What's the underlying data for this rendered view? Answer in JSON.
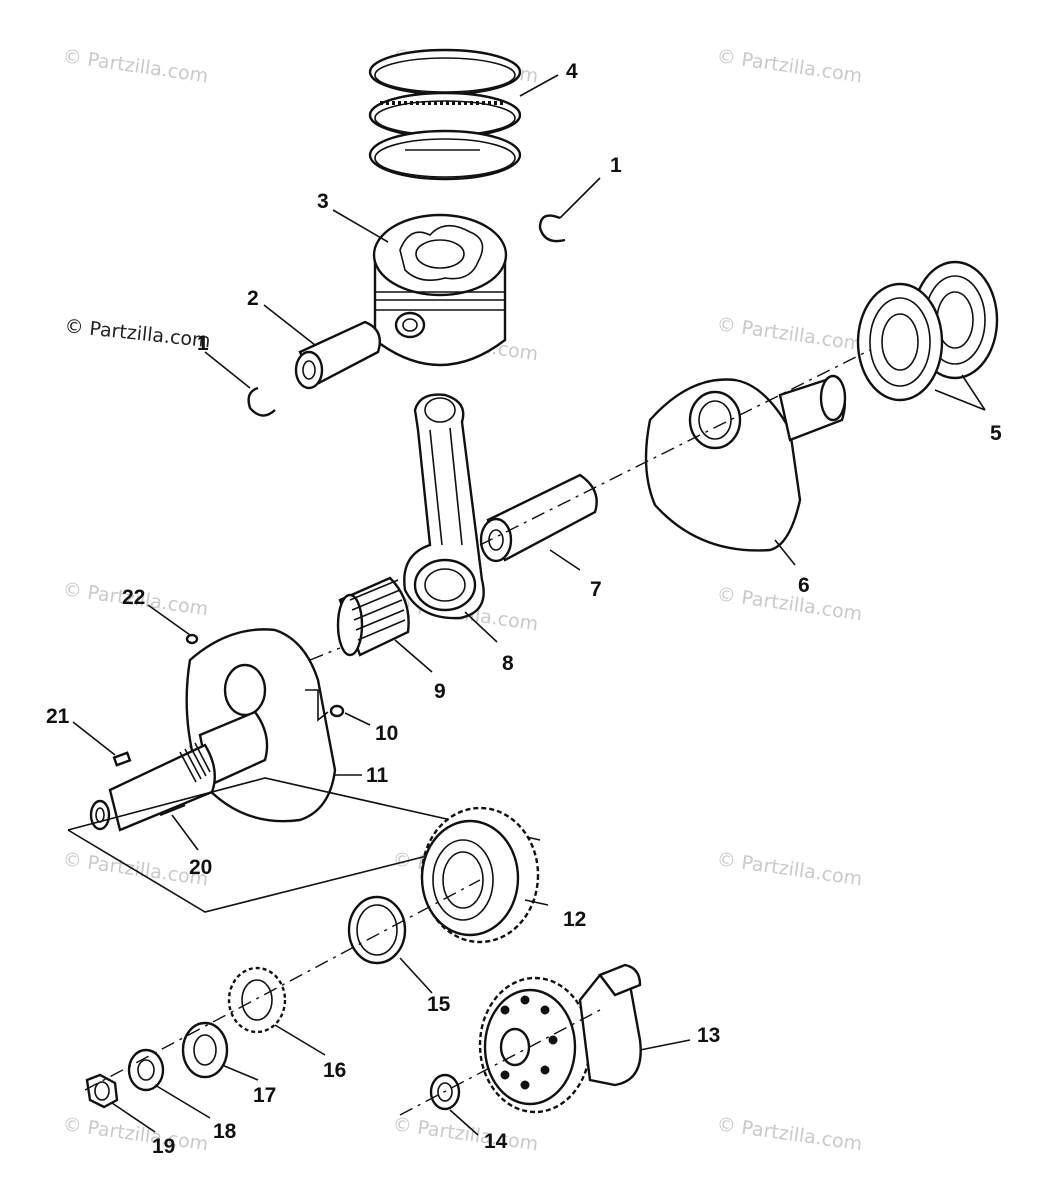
{
  "watermarks": {
    "main": "© Partzilla.com",
    "faint": "© Partzilla.com"
  },
  "callouts": {
    "c1a": "1",
    "c1b": "1",
    "c2": "2",
    "c3": "3",
    "c4": "4",
    "c5": "5",
    "c6": "6",
    "c7": "7",
    "c8": "8",
    "c9": "9",
    "c10": "10",
    "c11": "11",
    "c12": "12",
    "c13": "13",
    "c14": "14",
    "c15": "15",
    "c16": "16",
    "c17": "17",
    "c18": "18",
    "c19": "19",
    "c20": "20",
    "c21": "21",
    "c22": "22"
  },
  "colors": {
    "line": "#111111",
    "background": "#ffffff",
    "watermark": "#c9c9c9"
  }
}
